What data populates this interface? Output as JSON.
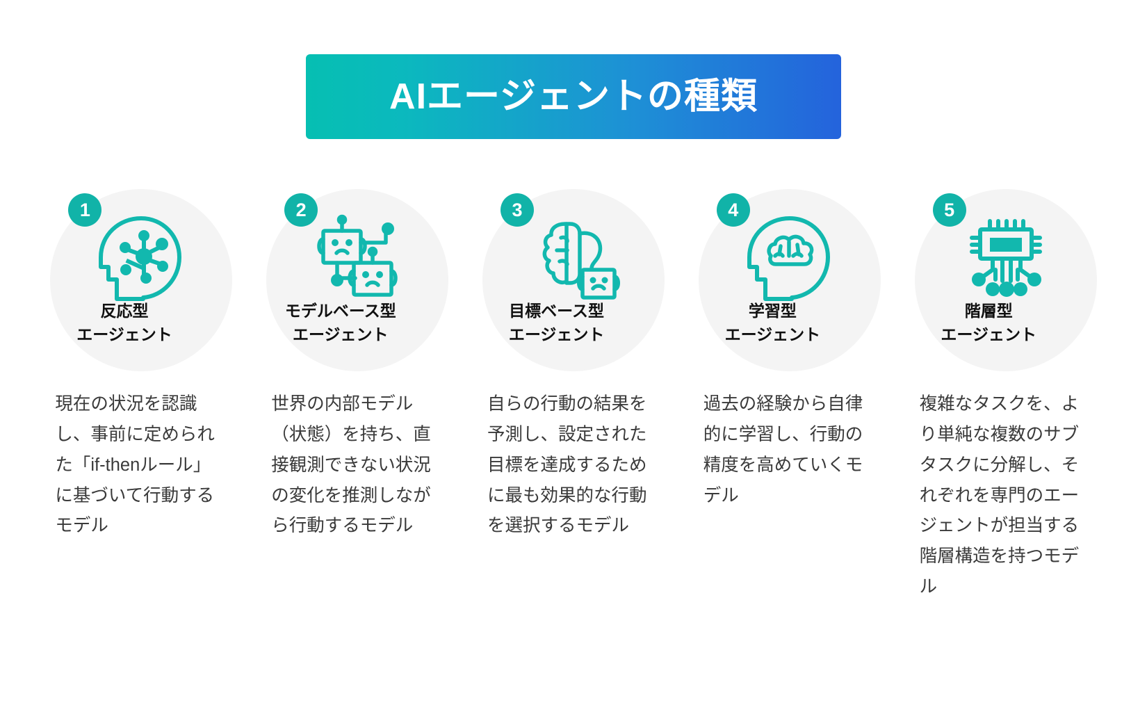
{
  "header": {
    "title": "AIエージェントの種類",
    "gradient_start": "#06BFB2",
    "gradient_end": "#2463DC"
  },
  "theme": {
    "accent_teal": "#11B3A8",
    "icon_stroke": "#12B8AE",
    "circle_bg": "#F4F4F4",
    "title_color": "#101010",
    "body_color": "#3A3A3A"
  },
  "cards": [
    {
      "number": "1",
      "title": "反応型\nエージェント",
      "icon": "head-network-icon",
      "description": "現在の状況を認識し、事前に定められた「if-thenルール」に基づいて行動するモデル"
    },
    {
      "number": "2",
      "title": "モデルベース型\nエージェント",
      "icon": "two-robots-network-icon",
      "description": "世界の内部モデル（状態）を持ち、直接観測できない状況の変化を推測しながら行動するモデル"
    },
    {
      "number": "3",
      "title": "目標ベース型\nエージェント",
      "icon": "brain-robot-icon",
      "description": "自らの行動の結果を予測し、設定された目標を達成するために最も効果的な行動を選択するモデル"
    },
    {
      "number": "4",
      "title": "学習型\nエージェント",
      "icon": "head-brain-icon",
      "description": "過去の経験から自律的に学習し、行動の精度を高めていくモデル"
    },
    {
      "number": "5",
      "title": "階層型\nエージェント",
      "icon": "cpu-chip-circuit-icon",
      "description": "複雑なタスクを、より単純な複数のサブタスクに分解し、それぞれを専門のエージェントが担当する階層構造を持つモデル"
    }
  ]
}
